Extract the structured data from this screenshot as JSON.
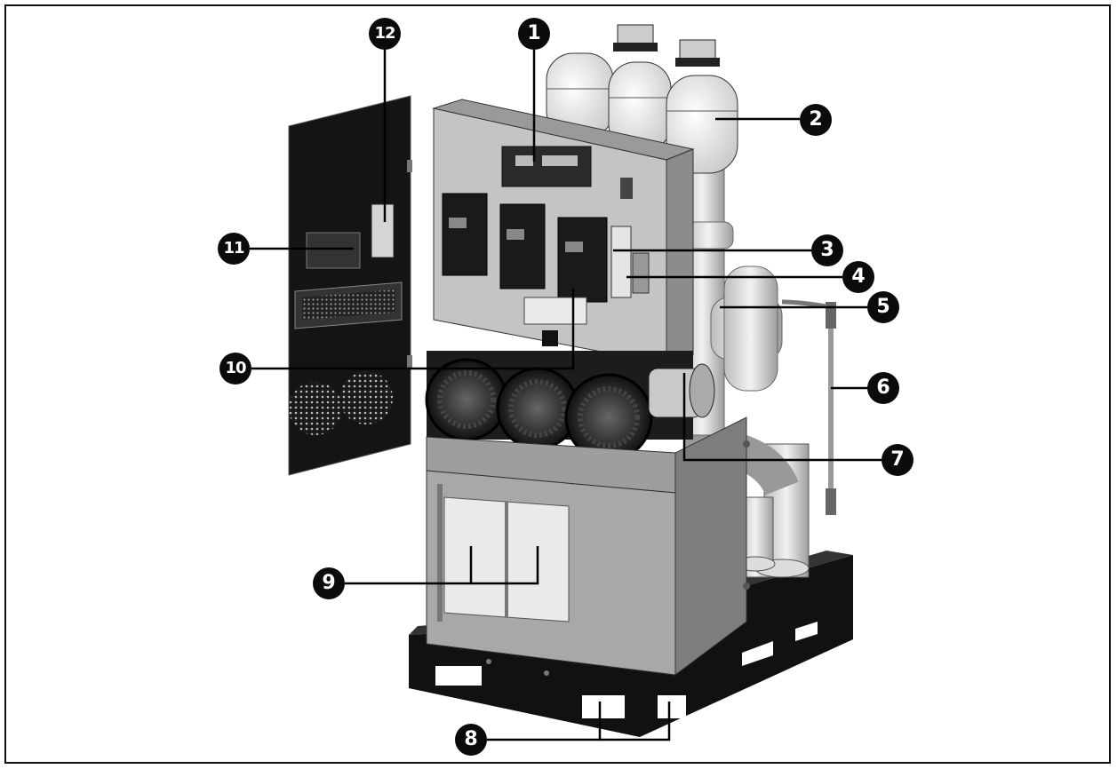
{
  "figure": {
    "description_free": true,
    "callouts": [
      {
        "id": "c1",
        "number": "1"
      },
      {
        "id": "c2",
        "number": "2"
      },
      {
        "id": "c3",
        "number": "3"
      },
      {
        "id": "c4",
        "number": "4"
      },
      {
        "id": "c5",
        "number": "5"
      },
      {
        "id": "c6",
        "number": "6"
      },
      {
        "id": "c7",
        "number": "7"
      },
      {
        "id": "c8",
        "number": "8"
      },
      {
        "id": "c9",
        "number": "9"
      },
      {
        "id": "c10",
        "number": "10"
      },
      {
        "id": "c11",
        "number": "11"
      },
      {
        "id": "c12",
        "number": "12"
      }
    ]
  }
}
